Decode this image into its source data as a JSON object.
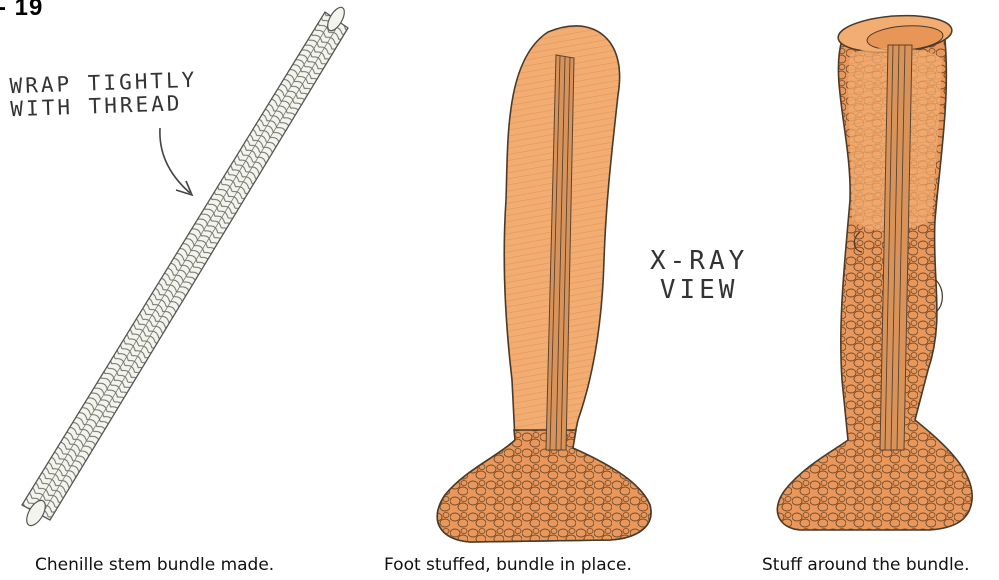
{
  "page": {
    "number_label": "- 19"
  },
  "annotations": {
    "wrap_line1": "WRAP TIGHTLY",
    "wrap_line2": "WITH THREAD",
    "xray_line1": "X-RAY",
    "xray_line2": "VIEW"
  },
  "captions": [
    "Chenille stem bundle made.",
    "Foot stuffed, bundle in place.",
    "Stuff around the bundle."
  ],
  "colors": {
    "skin": "#f0a86a",
    "skin_dark": "#d98a4e",
    "outline": "#4a3a2a",
    "thread": "#6b6b60"
  }
}
